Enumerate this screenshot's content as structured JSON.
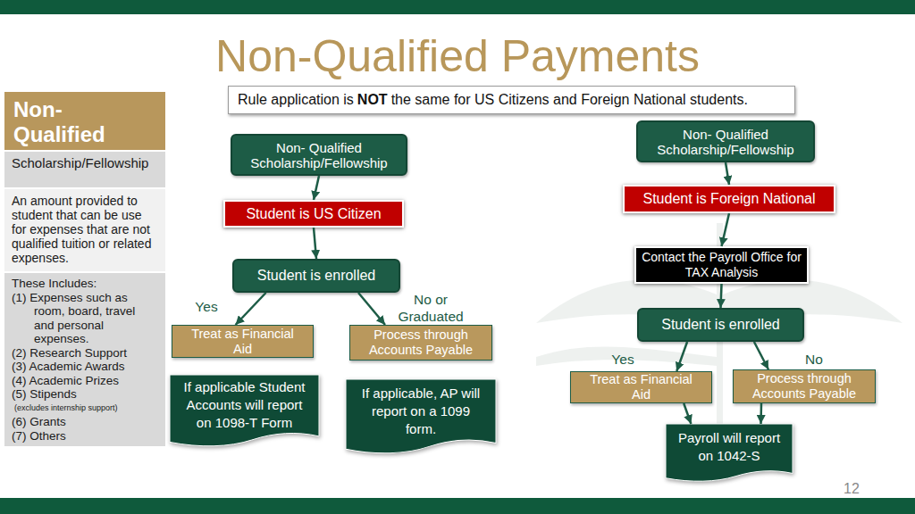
{
  "diagram": {
    "title": "Non-Qualified Payments",
    "nodes": [
      {
        "text": [
          "Non- Qualified"
        ]
      },
      {
        "text": [
          "Scholarship/Fellowship"
        ]
      },
      {
        "text": [
          "An amount provided to student that can be use for expenses that are not qualified tuition or related expenses."
        ]
      },
      {
        "text": [
          "These Includes:",
          "(1) Expenses such as room, board, travel and personal expenses.",
          "(2) Research Support",
          "(3) Academic Awards",
          "(4) Academic Prizes",
          "(5) Stipends",
          "(excludes internship support)",
          "(6) Grants",
          "(7) Others"
        ]
      },
      {
        "text": [
          "Rule application is",
          "NOT",
          "the same for US Citizens and Foreign National students."
        ]
      },
      {
        "text": [
          "Non- Qualified Scholarship/Fellowship"
        ]
      },
      {
        "text": [
          "Student is US Citizen"
        ]
      },
      {
        "text": [
          "Student is enrolled"
        ]
      },
      {
        "text": [
          "Treat as Financial Aid"
        ]
      },
      {
        "text": [
          "Process through Accounts Payable"
        ]
      },
      {
        "text": [
          "If applicable Student Accounts will report on 1098-T Form"
        ]
      },
      {
        "text": [
          "If applicable, AP will report on a 1099 form."
        ]
      },
      {
        "text": [
          "Non- Qualified Scholarship/Fellowship"
        ]
      },
      {
        "text": [
          "Student is Foreign National"
        ]
      },
      {
        "text": [
          "Contact the Payroll Office for TAX Analysis"
        ]
      },
      {
        "text": [
          "Student is enrolled"
        ]
      },
      {
        "text": [
          "Treat as Financial Aid"
        ]
      },
      {
        "text": [
          "Process through Accounts Payable"
        ]
      },
      {
        "text": [
          "Payroll will report on 1042-S"
        ]
      }
    ],
    "edges": [
      {
        "from": 5,
        "to": 6,
        "arrow": "to"
      },
      {
        "from": 6,
        "to": 7,
        "arrow": "to"
      },
      {
        "from": 7,
        "to": 8,
        "arrow": "to",
        "label": "Yes"
      },
      {
        "from": 7,
        "to": 9,
        "arrow": "to",
        "label": "No or Graduated"
      },
      {
        "from": 12,
        "to": 13,
        "arrow": "to"
      },
      {
        "from": 13,
        "to": 14,
        "arrow": "to"
      },
      {
        "from": 14,
        "to": 15,
        "arrow": "to"
      },
      {
        "from": 15,
        "to": 16,
        "arrow": "to",
        "label": "Yes"
      },
      {
        "from": 15,
        "to": 17,
        "arrow": "to",
        "label": "No"
      },
      {
        "from": 16,
        "to": 18,
        "arrow": "to"
      },
      {
        "from": 17,
        "to": 18,
        "arrow": "to"
      }
    ],
    "labels": [
      "12"
    ]
  }
}
